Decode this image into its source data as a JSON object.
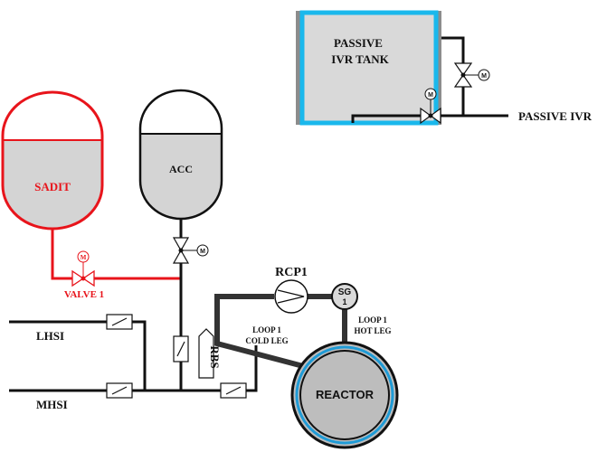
{
  "labels": {
    "passive_tank_line1": "PASSIVE",
    "passive_tank_line2": "IVR TANK",
    "passive_ivr": "PASSIVE IVR",
    "sadit": "SADIT",
    "acc": "ACC",
    "valve1": "VALVE 1",
    "rcp1": "RCP1",
    "sg_line1": "SG",
    "sg_line2": "1",
    "cold_leg_line1": "LOOP 1",
    "cold_leg_line2": "COLD LEG",
    "hot_leg_line1": "LOOP 1",
    "hot_leg_line2": "HOT LEG",
    "lhsi": "LHSI",
    "mhsi": "MHSI",
    "rbs": "RBS",
    "reactor": "REACTOR",
    "motor_m": "M"
  },
  "colors": {
    "line": "#111111",
    "sadit_red": "#e8141b",
    "tank_cyan": "#1ab8ec",
    "tank_fill": "#d9d9d9",
    "tank_side": "#8c8c8c",
    "reactor_fill": "#bdbdbd",
    "reactor_ring": "#1f9bd6",
    "liquid": "#d4d4d4"
  }
}
